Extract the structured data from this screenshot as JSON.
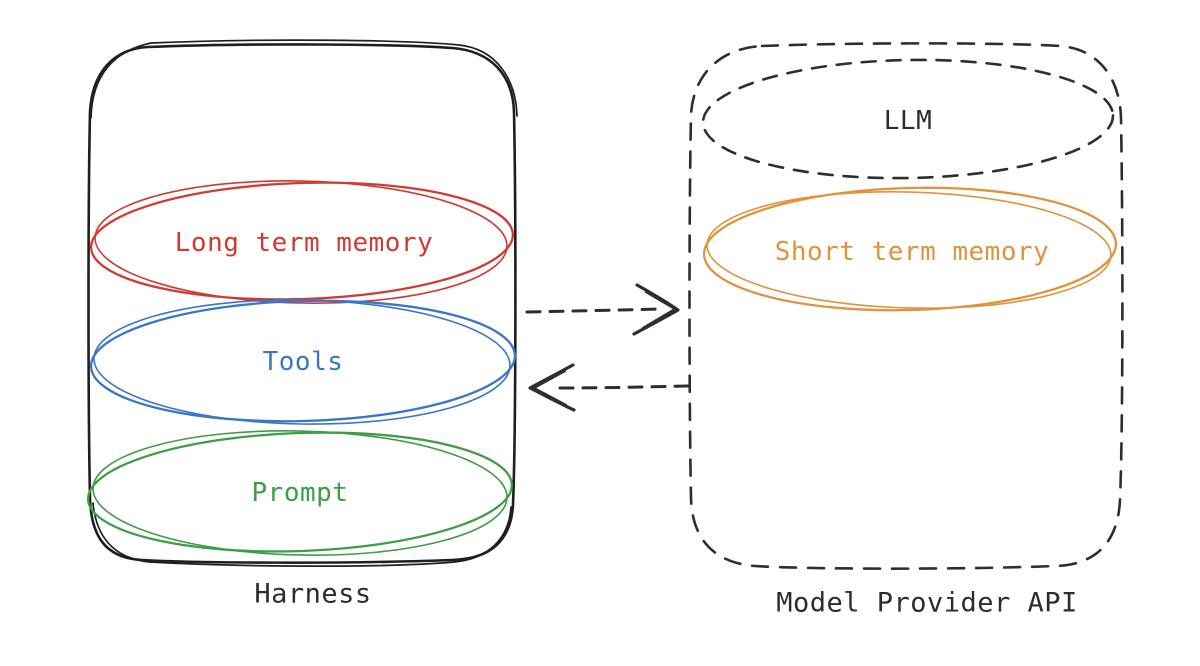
{
  "colors": {
    "box_ink": "#1f1f1f",
    "dash_ink": "#2e2e2e",
    "text_ink": "#2d2d2d",
    "red": "#cf3a33",
    "blue": "#3b76c6",
    "green": "#3f9c47",
    "orange": "#e0923c"
  },
  "harness": {
    "label": "Harness",
    "nodes": {
      "long_term_memory": "Long term memory",
      "tools": "Tools",
      "prompt": "Prompt"
    }
  },
  "provider": {
    "label": "Model Provider API",
    "llm": "LLM",
    "short_term_memory": "Short term memory"
  }
}
